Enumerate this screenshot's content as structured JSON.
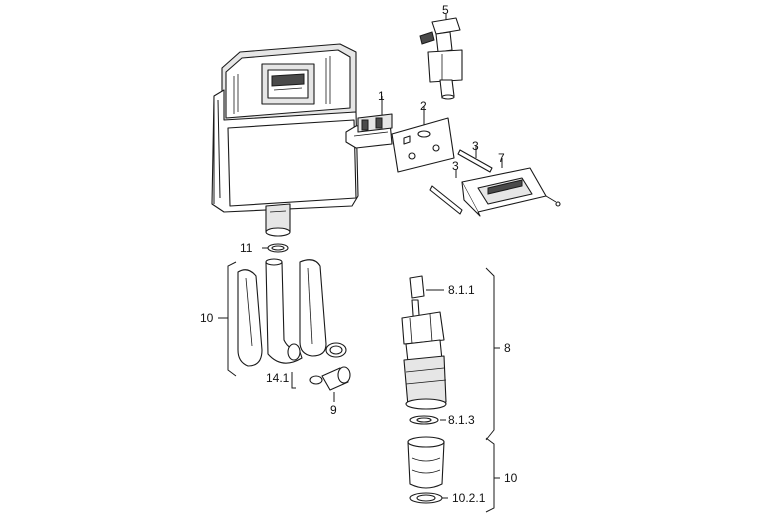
{
  "labels": {
    "p1": "1",
    "p2": "2",
    "p3a": "3",
    "p3b": "3",
    "p5": "5",
    "p7": "7",
    "p8": "8",
    "p811": "8.1.1",
    "p813": "8.1.3",
    "p9": "9",
    "p10a": "10",
    "p10b": "10",
    "p1021": "10.2.1",
    "p11": "11",
    "p141": "14.1"
  }
}
